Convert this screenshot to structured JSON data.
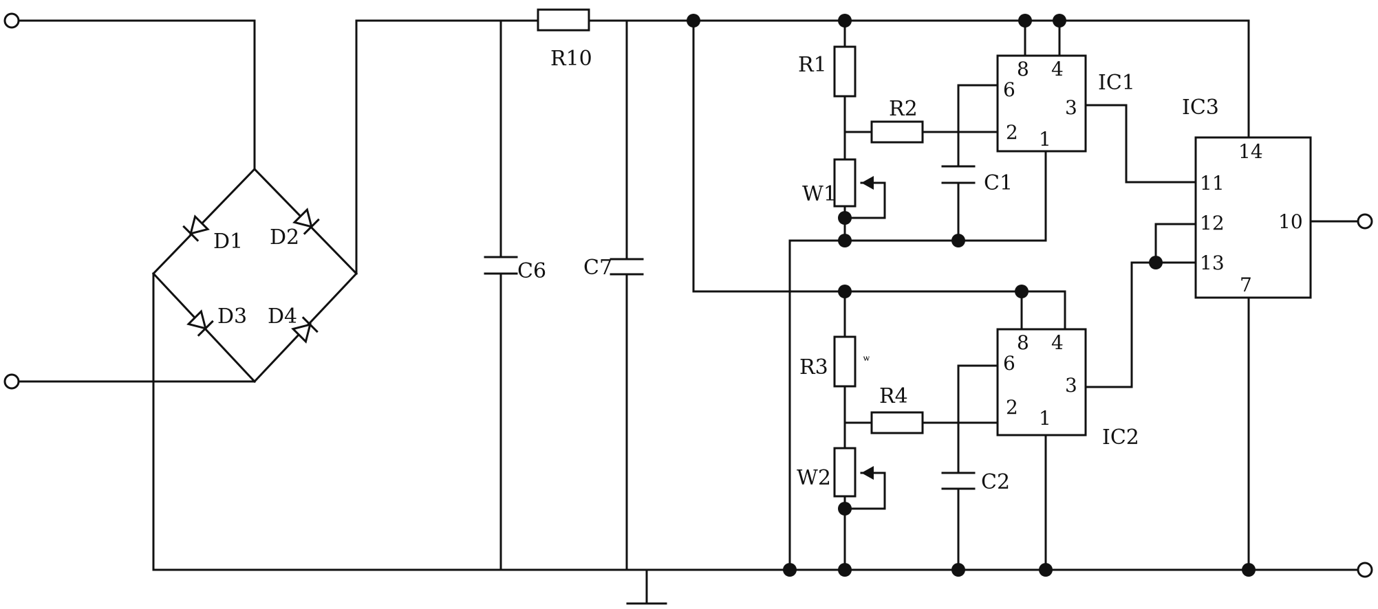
{
  "labels": {
    "d1": "D1",
    "d2": "D2",
    "d3": "D3",
    "d4": "D4",
    "r10": "R10",
    "c6": "C6",
    "c7": "C7",
    "r1": "R1",
    "r2": "R2",
    "w1": "W1",
    "c1": "C1",
    "r3": "R3",
    "r4": "R4",
    "w2": "W2",
    "c2": "C2",
    "ic1": "IC1",
    "ic2": "IC2",
    "ic3": "IC3",
    "r3_mark": "ѡ"
  },
  "pins": {
    "ic1": {
      "p8": "8",
      "p4": "4",
      "p6": "6",
      "p3": "3",
      "p2": "2",
      "p1": "1"
    },
    "ic2": {
      "p8": "8",
      "p4": "4",
      "p6": "6",
      "p3": "3",
      "p2": "2",
      "p1": "1"
    },
    "ic3": {
      "p14": "14",
      "p11": "11",
      "p12": "12",
      "p13": "13",
      "p10": "10",
      "p7": "7"
    }
  }
}
